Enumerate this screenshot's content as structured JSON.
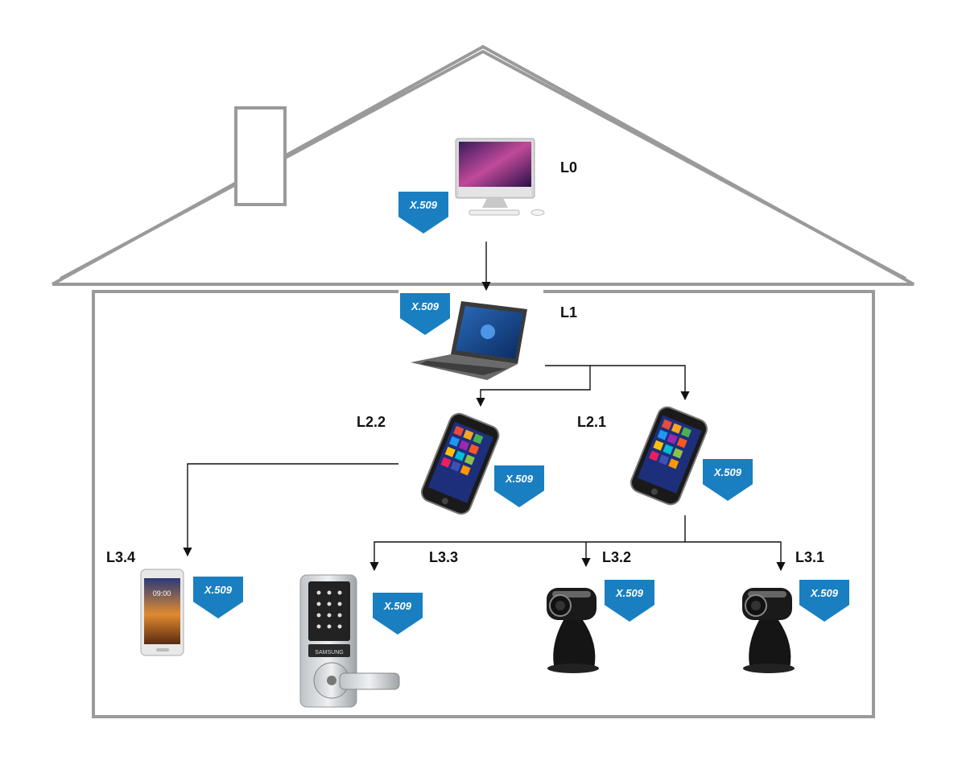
{
  "levels": {
    "l0": "L0",
    "l1": "L1",
    "l2_2": "L2.2",
    "l2_1": "L2.1",
    "l3_4": "L3.4",
    "l3_3": "L3.3",
    "l3_2": "L3.2",
    "l3_1": "L3.1"
  },
  "certificate_label": "X.509",
  "device_labels": {
    "smartlock_brand": "SAMSUNG",
    "phone_time": "09:00"
  },
  "colors": {
    "house_outline": "#9a9a9a",
    "certificate_badge": "#1a7fc1",
    "arrow": "#111111"
  },
  "icons": {
    "l0": "desktop-computer-icon",
    "l1": "laptop-icon",
    "l2_2": "smartphone-icon",
    "l2_1": "smartphone-icon",
    "l3_4": "smartphone-icon",
    "l3_3": "smart-lock-icon",
    "l3_2": "webcam-icon",
    "l3_1": "webcam-icon"
  }
}
